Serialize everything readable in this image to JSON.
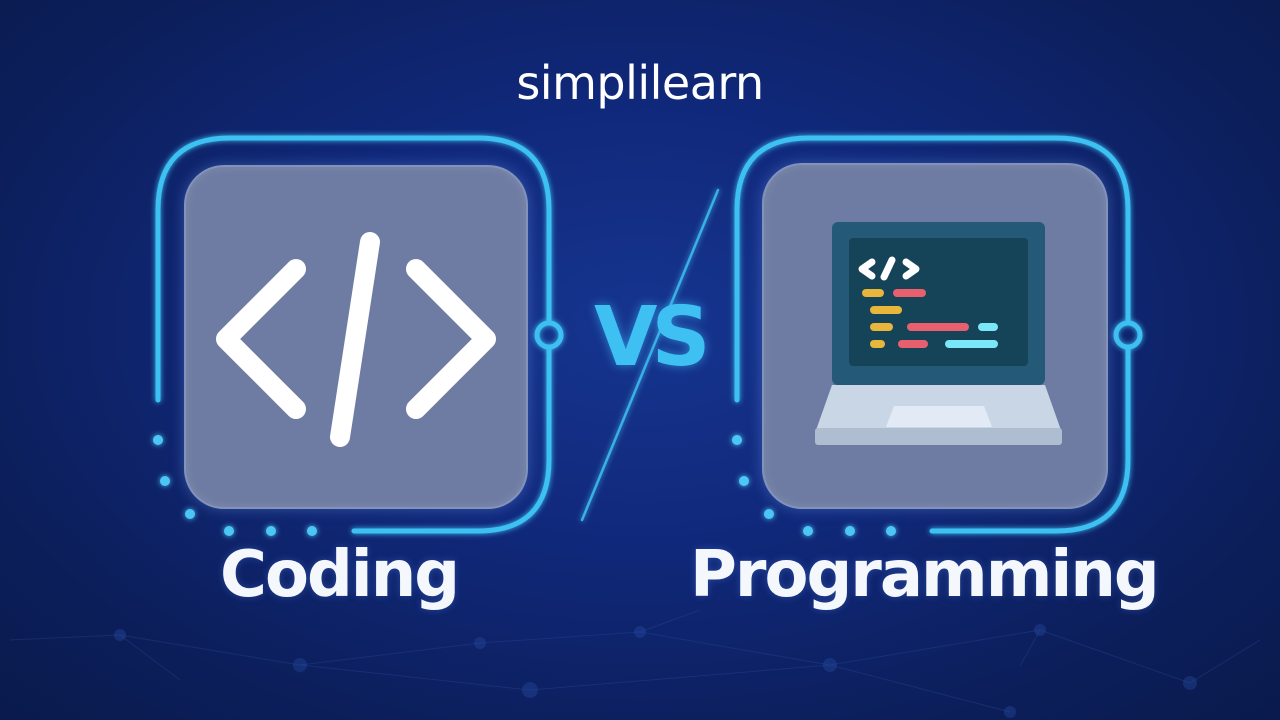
{
  "logo": {
    "text": "simplilearn"
  },
  "left_card": {
    "title": "Coding",
    "icon": "code-brackets-icon"
  },
  "right_card": {
    "title": "Programming",
    "icon": "laptop-code-icon"
  },
  "separator": {
    "text": "VS"
  },
  "colors": {
    "background": "#10287a",
    "accent_cyan": "#3ec0f2",
    "panel": "#6e7ca3",
    "text": "#f4f7fc",
    "code_yellow": "#e8b63a",
    "code_red": "#e8606e",
    "code_cyan": "#7ae6f8",
    "screen_outer": "#245a78",
    "screen_inner": "#154458",
    "laptop_base": "#c8d6e6"
  }
}
